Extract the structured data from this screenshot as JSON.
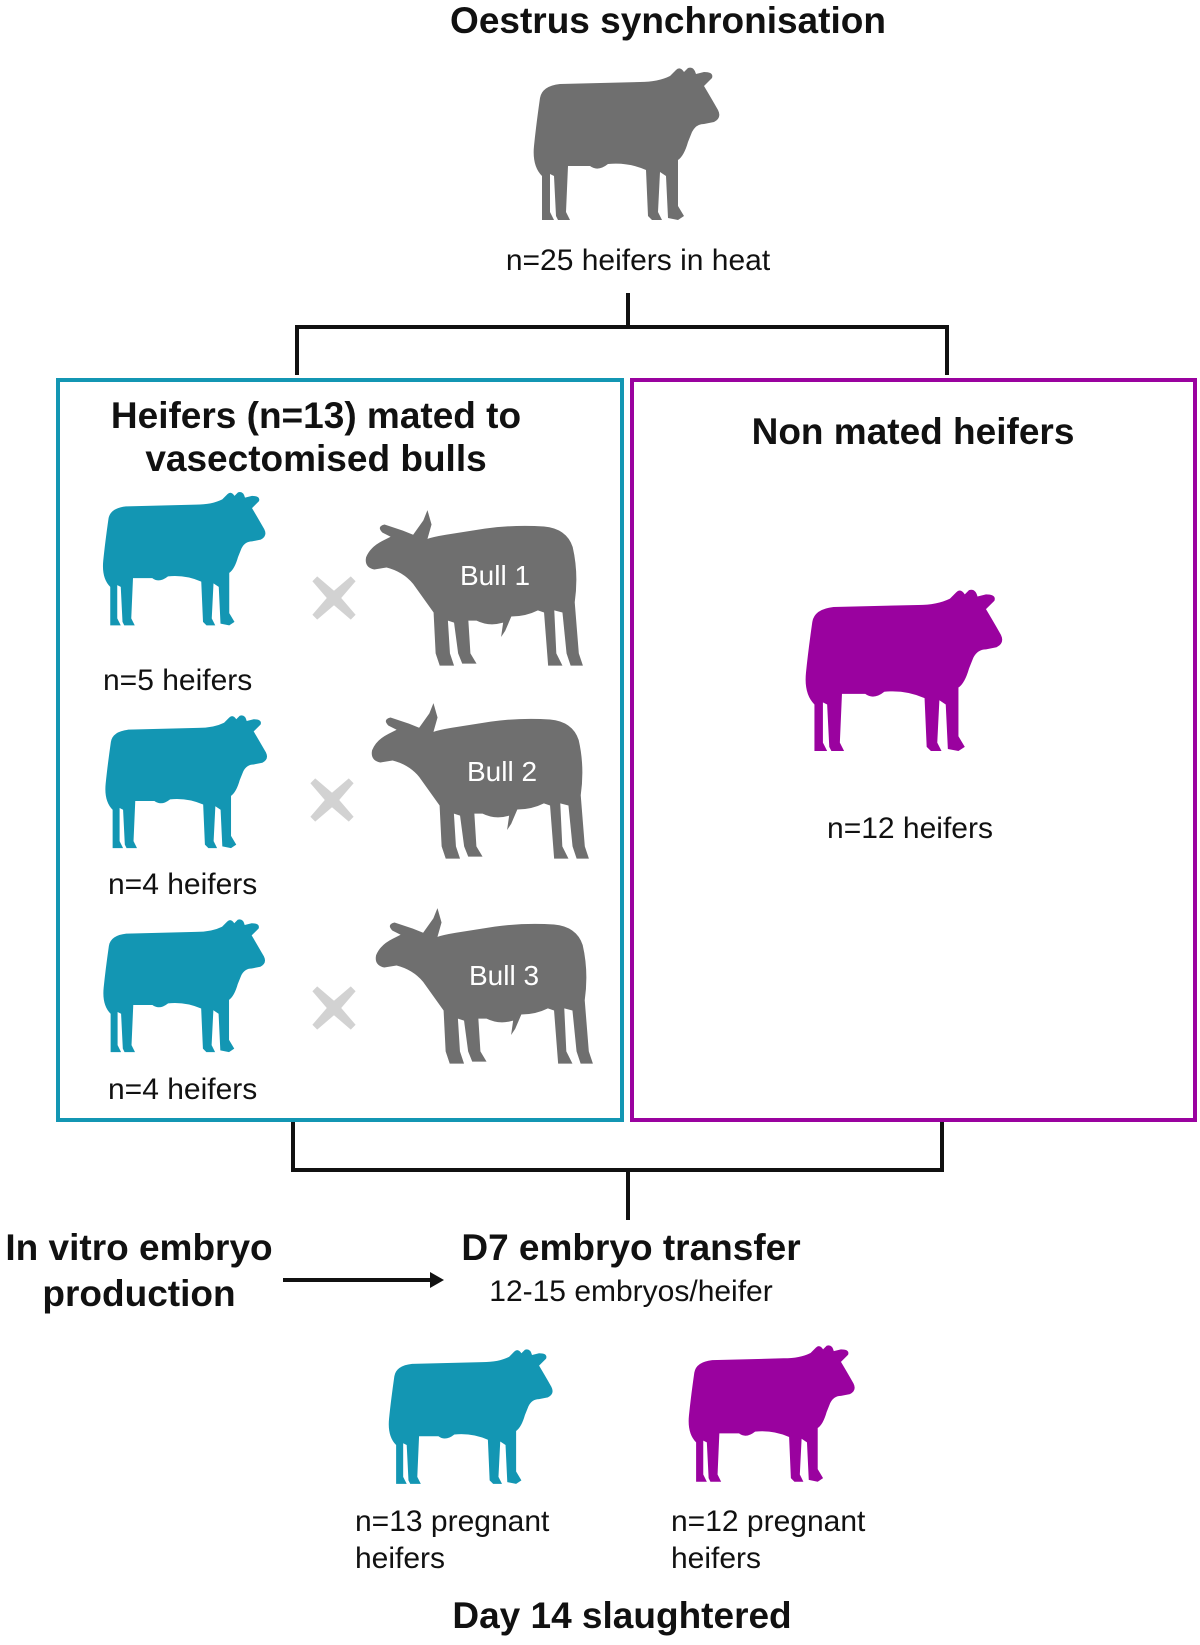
{
  "colors": {
    "mated": "#1396B3",
    "non_mated": "#9A029F",
    "grey": "#6F6F6F",
    "cross": "#D2D2D2",
    "line": "#111111"
  },
  "icons": {
    "heifer": "cow-silhouette-icon",
    "bull": "bull-silhouette-icon",
    "cross": "cross-icon",
    "arrow": "arrow-right-icon"
  },
  "top": {
    "title": "Oestrus synchronisation",
    "count": "n=25 heifers in heat"
  },
  "mated_group": {
    "title_line1": "Heifers (n=13) mated to",
    "title_line2": "vasectomised bulls",
    "pairs": [
      {
        "count": "n=5 heifers",
        "bull": "Bull 1"
      },
      {
        "count": "n=4 heifers",
        "bull": "Bull 2"
      },
      {
        "count": "n=4 heifers",
        "bull": "Bull 3"
      }
    ]
  },
  "non_mated_group": {
    "title": "Non mated heifers",
    "count": "n=12 heifers"
  },
  "ivp": {
    "line1": "In vitro embryo",
    "line2": "production"
  },
  "transfer": {
    "title": "D7 embryo transfer",
    "subtitle": "12-15 embryos/heifer"
  },
  "outcome": {
    "mated_line1": "n=13 pregnant",
    "mated_line2": "heifers",
    "non_mated_line1": "n=12 pregnant",
    "non_mated_line2": "heifers",
    "footer": "Day 14 slaughtered"
  }
}
